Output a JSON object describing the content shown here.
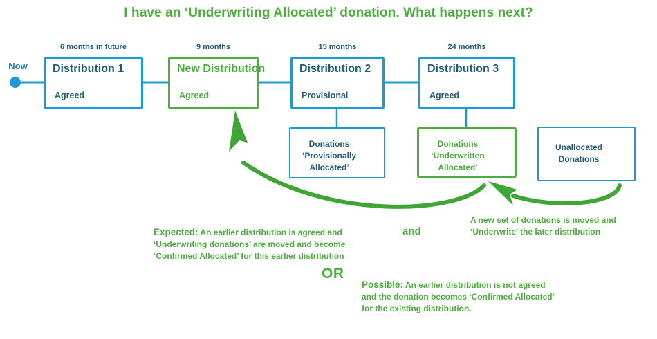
{
  "title": "I have an ‘Underwriting Allocated’ donation. What happens next?",
  "timeline": {
    "now_label": "Now",
    "start_dot": "timeline-start-dot",
    "milestones": [
      {
        "caption": "6 months in future",
        "name": "Distribution 1",
        "status": "Agreed",
        "accent": "#1C9AD6"
      },
      {
        "caption": "9 months",
        "name": "New Distribution",
        "status": "Agreed",
        "accent": "#4CAF3D"
      },
      {
        "caption": "15 months",
        "name": "Distribution 2",
        "status": "Provisional",
        "accent": "#1C9AD6"
      },
      {
        "caption": "24 months",
        "name": "Distribution 3",
        "status": "Agreed",
        "accent": "#1C9AD6"
      }
    ]
  },
  "donation_boxes": [
    {
      "text": "Donations\n‘Provisionally\nAllocated’",
      "accent": "#1C9AD6",
      "icon": "coin-stack-icon"
    },
    {
      "text": "Donations\n‘Underwritten\nAllocated’",
      "accent": "#4CAF3D",
      "icon": "coin-stack-icon"
    },
    {
      "text": "Unallocated\nDonations",
      "accent": "#1C9AD6",
      "icon": "coin-pile-icon"
    }
  ],
  "notes": {
    "expected": {
      "lead": "Expected:",
      "body": " An earlier distribution is agreed and\n‘Underwriting donations’ are moved and become\n‘Confirmed Allocated’ for this earlier distribution"
    },
    "and_word": "and",
    "right": "A new set of donations is moved and\n‘Underwrite’ the later distribution",
    "or_word": "OR",
    "possible": {
      "lead": "Possible:",
      "body": " An earlier distribution is not agreed\nand the donation becomes ‘Confirmed Allocated’\nfor the existing distribution."
    }
  },
  "colors": {
    "blue": "#1C9AD6",
    "dark_blue_text": "#1F5C7A",
    "green": "#4CAF3D",
    "coin_gold": "#E8A33D",
    "coin_silver": "#C9CBCC"
  }
}
